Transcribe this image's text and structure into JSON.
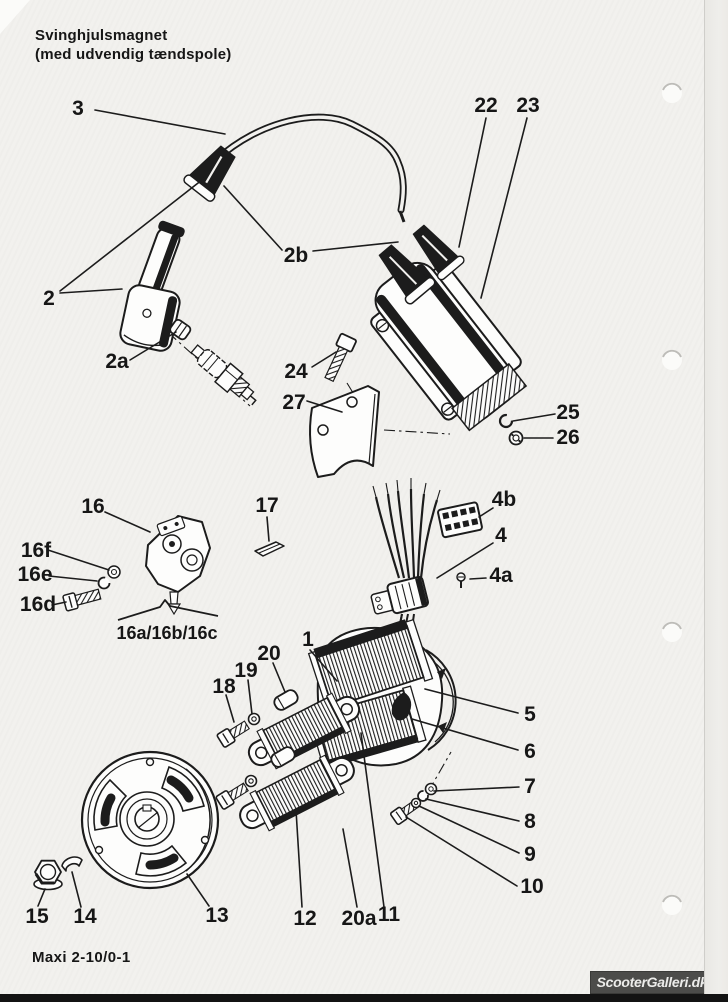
{
  "page": {
    "title_line1": "Svinghjulsmagnet",
    "title_line2": "(med udvendig tændspole)",
    "footer_code": "Maxi 2-10/0-1",
    "watermark": "ScooterGalleri.dk",
    "paper_color": "#f2f1ee",
    "ink_color": "#1c1c1c",
    "watermark_bg": "#4c4c4a"
  },
  "diagram": {
    "type": "exploded-parts-diagram",
    "subject": "Flywheel magneto with external ignition coil (Puch Maxi)",
    "callouts": {
      "c1": "1",
      "c2": "2",
      "c2a": "2a",
      "c2b": "2b",
      "c3": "3",
      "c4": "4",
      "c4a": "4a",
      "c4b": "4b",
      "c5": "5",
      "c6": "6",
      "c7": "7",
      "c8": "8",
      "c9": "9",
      "c10": "10",
      "c11": "11",
      "c12": "12",
      "c13": "13",
      "c14": "14",
      "c15": "15",
      "c16": "16",
      "c16d": "16d",
      "c16e": "16e",
      "c16f": "16f",
      "c16group": "16a/16b/16c",
      "c17": "17",
      "c18": "18",
      "c19": "19",
      "c20": "20",
      "c20a": "20a",
      "c22": "22",
      "c23": "23",
      "c24": "24",
      "c25": "25",
      "c26": "26",
      "c27": "27"
    }
  }
}
